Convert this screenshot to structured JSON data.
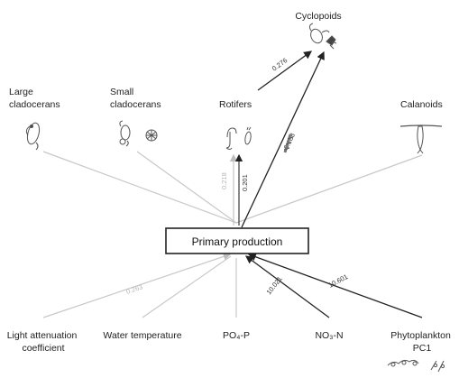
{
  "center": {
    "label": "Primary production"
  },
  "nodes": {
    "cyclopoids": "Cyclopoids",
    "large_cladocerans": [
      "Large",
      "cladocerans"
    ],
    "small_cladocerans": [
      "Small",
      "cladocerans"
    ],
    "rotifers": "Rotifers",
    "calanoids": "Calanoids",
    "light_attenuation": [
      "Light attenuation",
      "coefficient"
    ],
    "water_temperature": "Water temperature",
    "po4p": "PO₄-P",
    "no3n": "NO₃-N",
    "phytoplankton": [
      "Phytoplankton",
      "PC1"
    ]
  },
  "edges": {
    "rotifers_to_cyclopoids": "0.276",
    "center_to_rotifers_up": "0.201",
    "center_to_rotifers_up_faint": "0.218",
    "center_to_cyclopoids": "0.188",
    "light_to_center": "0.263",
    "no3n_to_center": "10.021",
    "phyto_to_center": "10.601"
  }
}
